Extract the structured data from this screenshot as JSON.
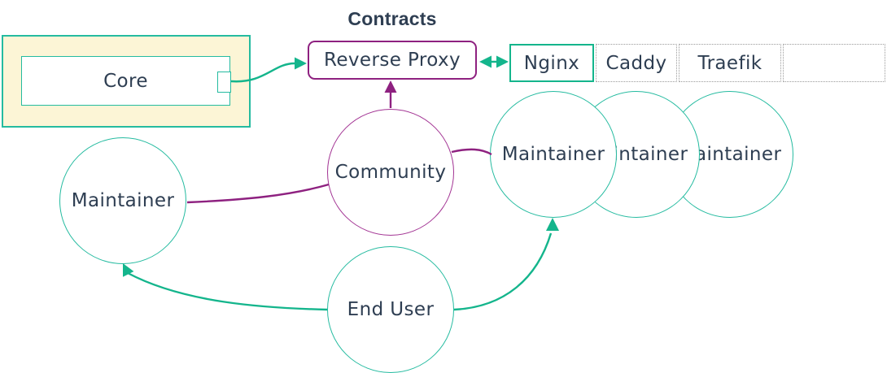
{
  "title": "Contracts",
  "colors": {
    "teal": "#14b58c",
    "teal_light": "#25bba0",
    "purple": "#8e2180",
    "purple_light": "#a23393",
    "text": "#2e3e52",
    "subgraph_fill": "#fcf5d6",
    "dotted_border": "#9a9a9a",
    "background": "#ffffff"
  },
  "nodes": {
    "core": {
      "label": "Core"
    },
    "reverse_proxy": {
      "label": "Reverse Proxy"
    },
    "community": {
      "label": "Community"
    },
    "maintainer_left": {
      "label": "Maintainer"
    },
    "maintainers_right": [
      {
        "label": "Maintainer"
      },
      {
        "label": "Maintainer"
      },
      {
        "label": "Maintainer"
      }
    ],
    "end_user": {
      "label": "End User"
    }
  },
  "proxy_options": {
    "cells": [
      {
        "label": "Nginx",
        "style": "solid"
      },
      {
        "label": "Caddy",
        "style": "dotted"
      },
      {
        "label": "Traefik",
        "style": "dotted"
      },
      {
        "label": "",
        "style": "dotted"
      }
    ]
  },
  "edges": [
    {
      "from": "Core",
      "to": "Reverse Proxy",
      "color": "teal",
      "arrows": "end"
    },
    {
      "from": "Reverse Proxy",
      "to": "Nginx",
      "color": "teal",
      "arrows": "both"
    },
    {
      "from": "Community",
      "to": "Reverse Proxy",
      "color": "purple",
      "arrows": "end"
    },
    {
      "from": "Maintainer (left)",
      "to": "Community",
      "color": "purple",
      "arrows": "none"
    },
    {
      "from": "Community",
      "to": "Maintainer (right)",
      "color": "purple",
      "arrows": "none"
    },
    {
      "from": "End User",
      "to": "Maintainer (left)",
      "color": "teal",
      "arrows": "end"
    },
    {
      "from": "End User",
      "to": "Maintainer (right)",
      "color": "teal",
      "arrows": "end"
    }
  ]
}
